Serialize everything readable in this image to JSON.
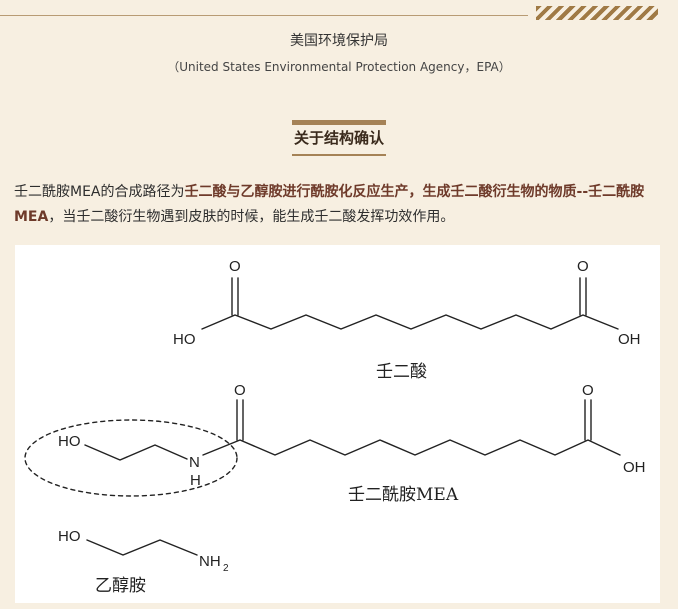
{
  "header": {
    "org_name": "美国环境保护局",
    "org_sub": "（United States Environmental Protection Agency，EPA）"
  },
  "section": {
    "title": "关于结构确认"
  },
  "paragraph": {
    "p1": "壬二酰胺MEA的合成路径为",
    "p2": "壬二酸与乙醇胺进行酰胺化反应生产，生成壬二酸衍生物的物质--壬二酰胺MEA",
    "p3": "，当壬二酸衍生物遇到皮肤的时候，能生成壬二酸发挥功效作用。"
  },
  "figure": {
    "molecule_1": {
      "label": "壬二酸",
      "atoms": {
        "o_left": "O",
        "o_right": "O",
        "oh_left": "HO",
        "oh_right": "OH"
      }
    },
    "molecule_2": {
      "label": "壬二酰胺MEA",
      "atoms": {
        "ho": "HO",
        "n": "N",
        "h": "H",
        "o_amide": "O",
        "o_acid": "O",
        "oh": "OH"
      }
    },
    "molecule_3": {
      "label": "乙醇胺",
      "atoms": {
        "ho": "HO",
        "nh": "NH",
        "sub": "2"
      }
    }
  }
}
